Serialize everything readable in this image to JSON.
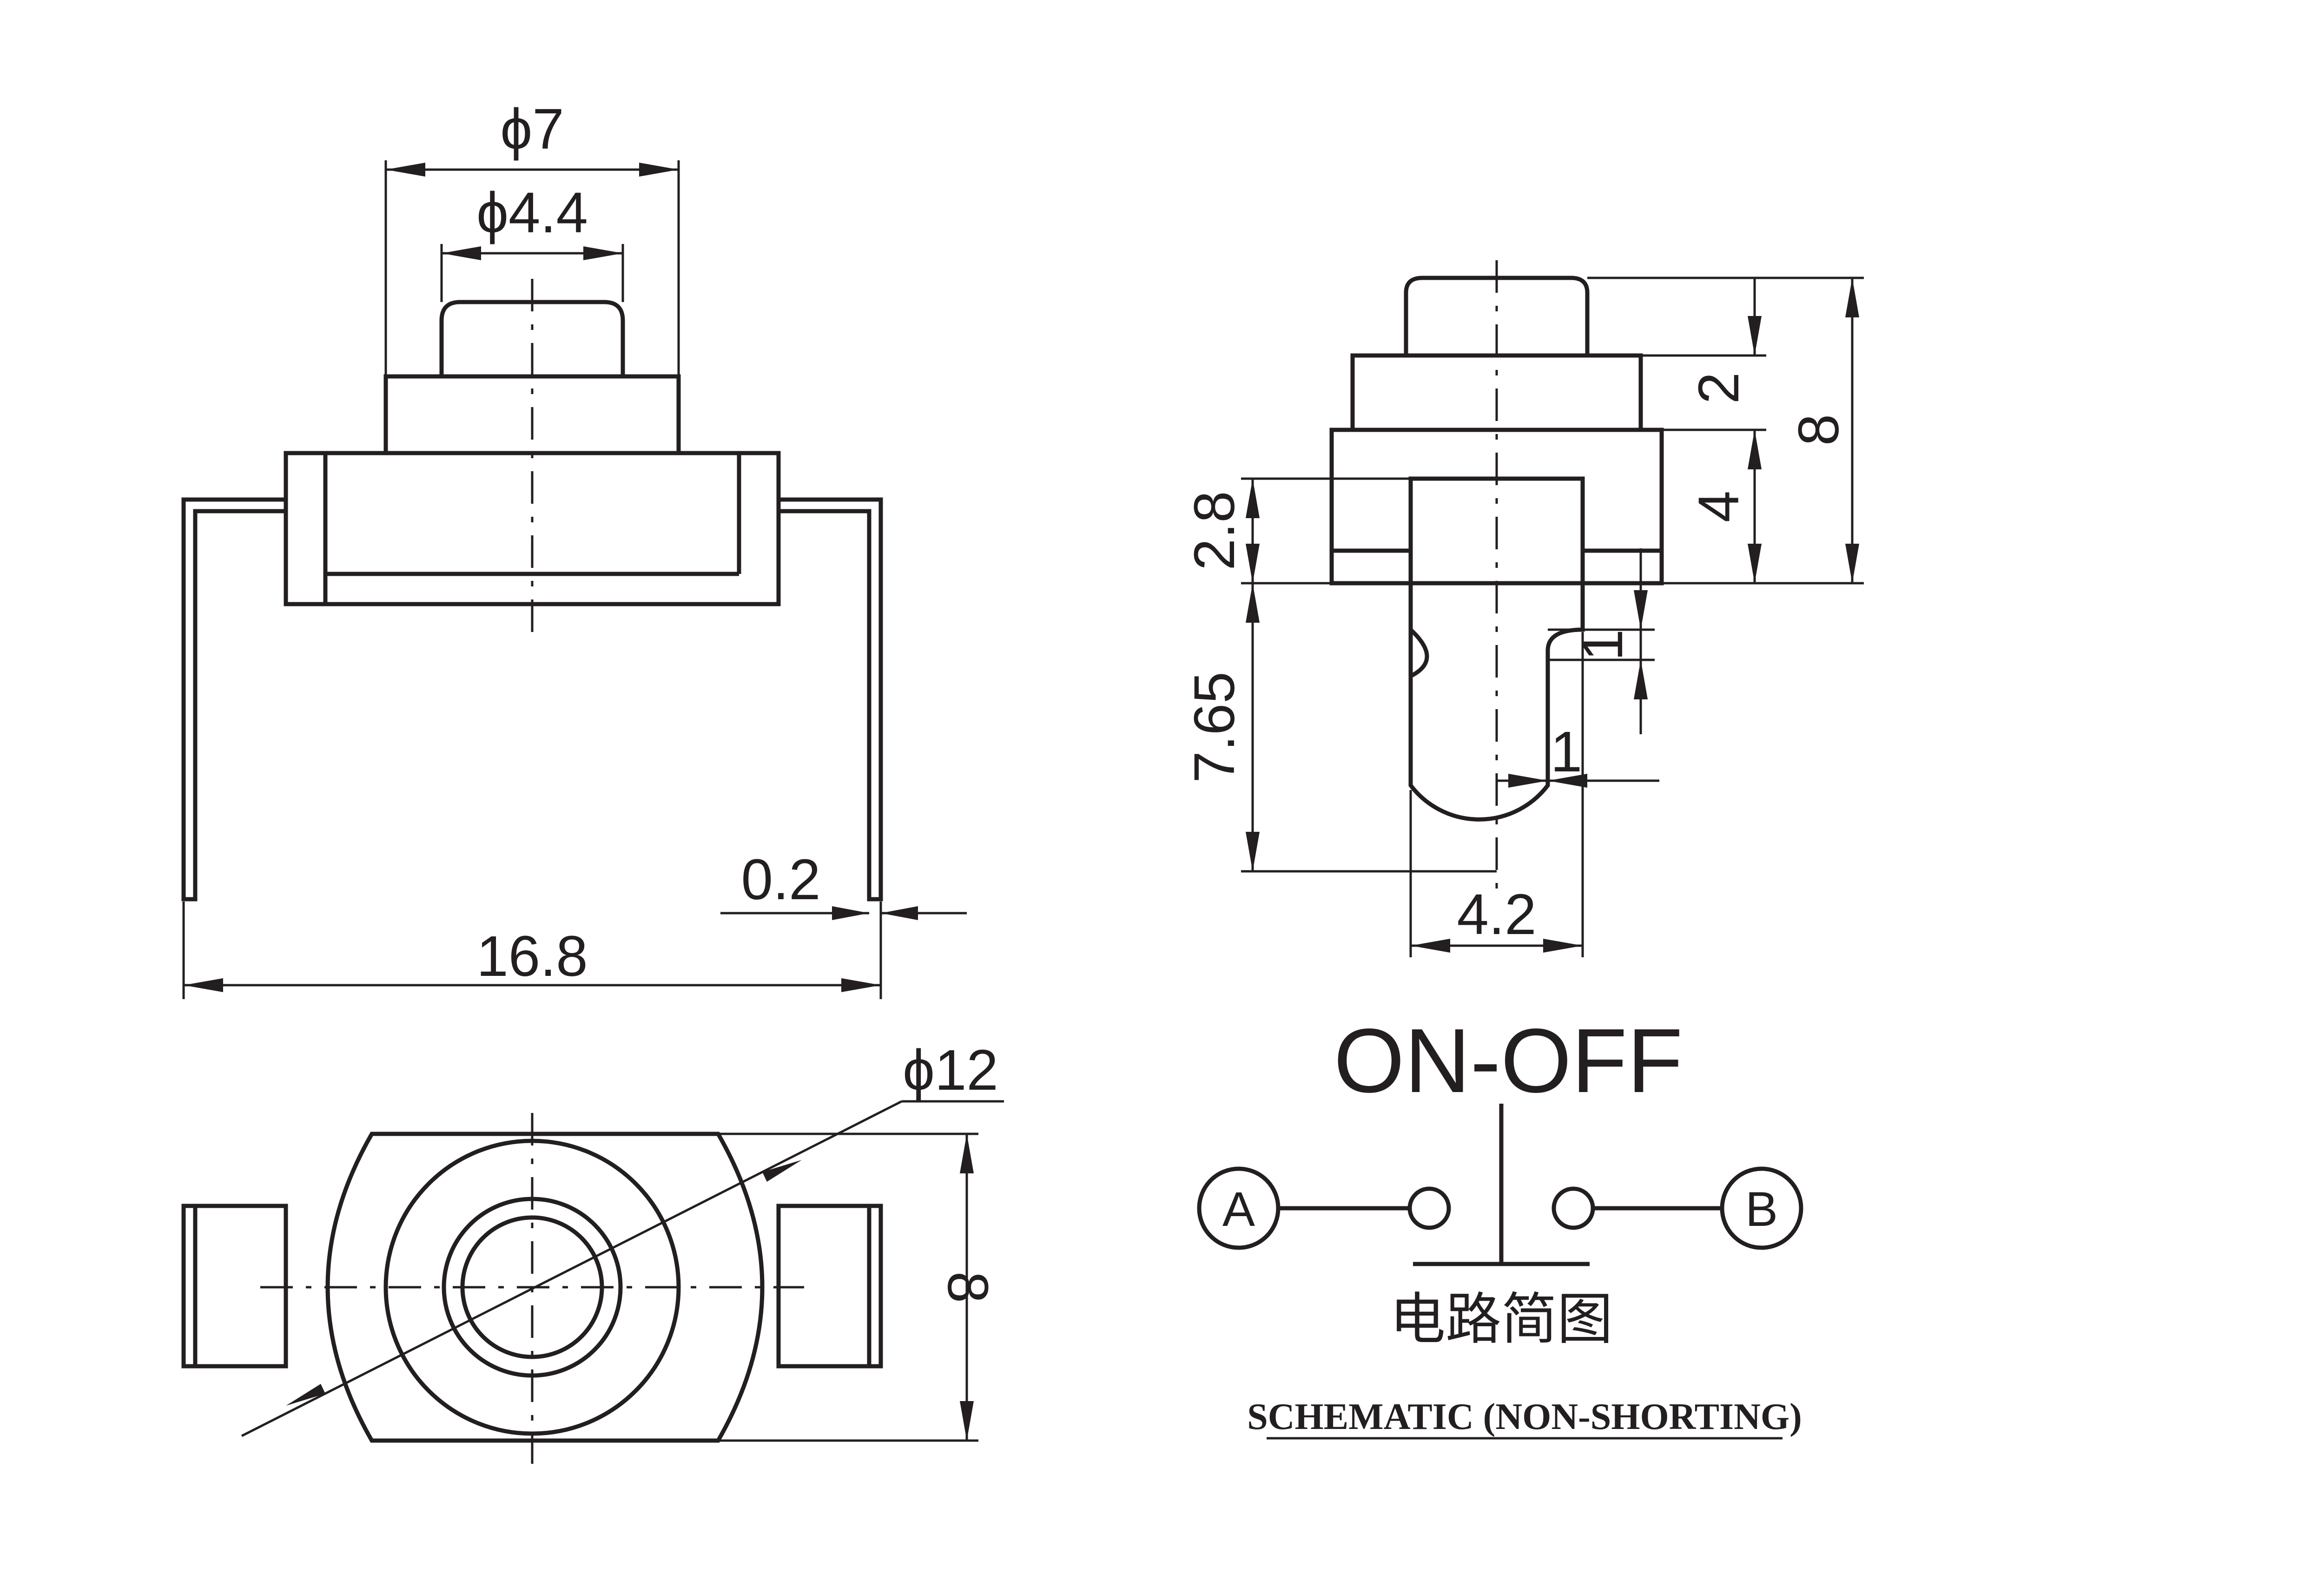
{
  "front_view": {
    "dia_outer": "ϕ7",
    "dia_inner": "ϕ4.4",
    "width": "16.8",
    "pin_thickness": "0.2"
  },
  "top_view": {
    "diameter": "ϕ12",
    "height": "8"
  },
  "side_view": {
    "cap_height": "2",
    "body_height": "4",
    "total_height": "8",
    "upper_height": "2.8",
    "lever_length": "7.65",
    "notch_depth": "1",
    "notch_offset": "1",
    "lever_width": "4.2"
  },
  "schematic": {
    "mode": "ON-OFF",
    "terminal_a": "A",
    "terminal_b": "B",
    "chinese_title": "电路简图",
    "caption": "SCHEMATIC (NON-SHORTING)"
  }
}
